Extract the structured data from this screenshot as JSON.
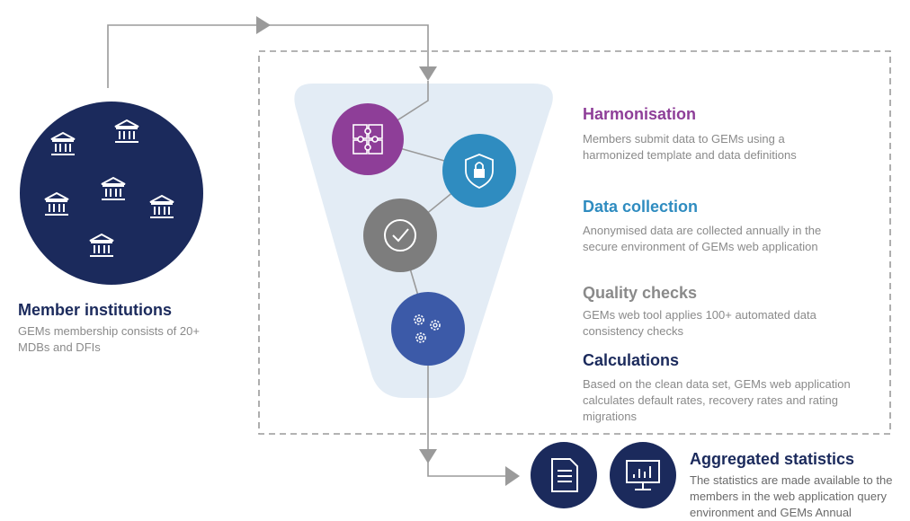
{
  "colors": {
    "navy": "#1b2a5c",
    "purple": "#8e3e98",
    "blue": "#2f8cc0",
    "grey": "#8a8a8a",
    "funnel": "#e3ecf5",
    "calc_circle": "#3c5aa8"
  },
  "member": {
    "title": "Member institutions",
    "desc": "GEMs membership consists of 20+ MDBs and DFIs",
    "icon": "bank-building-icon"
  },
  "steps": [
    {
      "title": "Harmonisation",
      "desc": "Members submit data to GEMs using a harmonized template and data definitions",
      "icon": "puzzle-icon"
    },
    {
      "title": "Data collection",
      "desc": "Anonymised data are collected annually in the secure environment of GEMs web application",
      "icon": "shield-lock-icon"
    },
    {
      "title": "Quality checks",
      "desc": "GEMs web tool applies 100+ automated data consistency checks",
      "icon": "checkmark-icon"
    },
    {
      "title": "Calculations",
      "desc": "Based on the clean data set, GEMs web application calculates default rates, recovery rates and rating migrations",
      "icon": "gears-icon"
    }
  ],
  "output": {
    "title": "Aggregated statistics",
    "desc": "The statistics are made available to the members in the web application query environment and GEMs Annual",
    "icons": [
      "document-icon",
      "monitor-chart-icon"
    ]
  }
}
